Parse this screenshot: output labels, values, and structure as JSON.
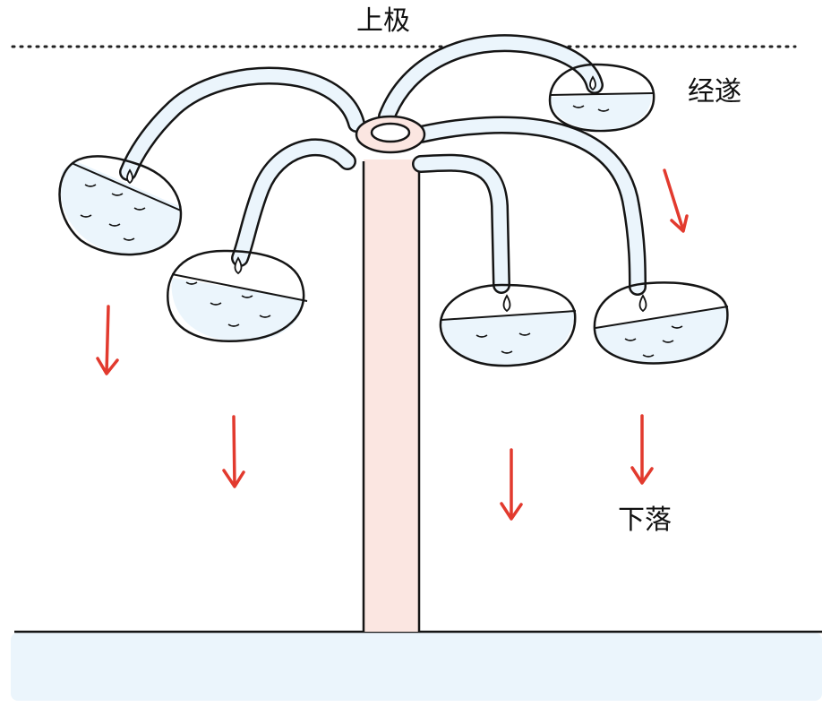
{
  "labels": {
    "top_pole": "上极",
    "meridian": "经遂",
    "falling": "下落"
  },
  "colors": {
    "outline": "#151515",
    "water_fill": "#ebf5fc",
    "pillar_fill": "#fbe6e1",
    "arrow": "#e23a2e",
    "dotted_line": "#222222"
  },
  "icons": [
    "water-bowl-icon",
    "water-drop-icon",
    "down-arrow-icon",
    "ring-icon"
  ]
}
